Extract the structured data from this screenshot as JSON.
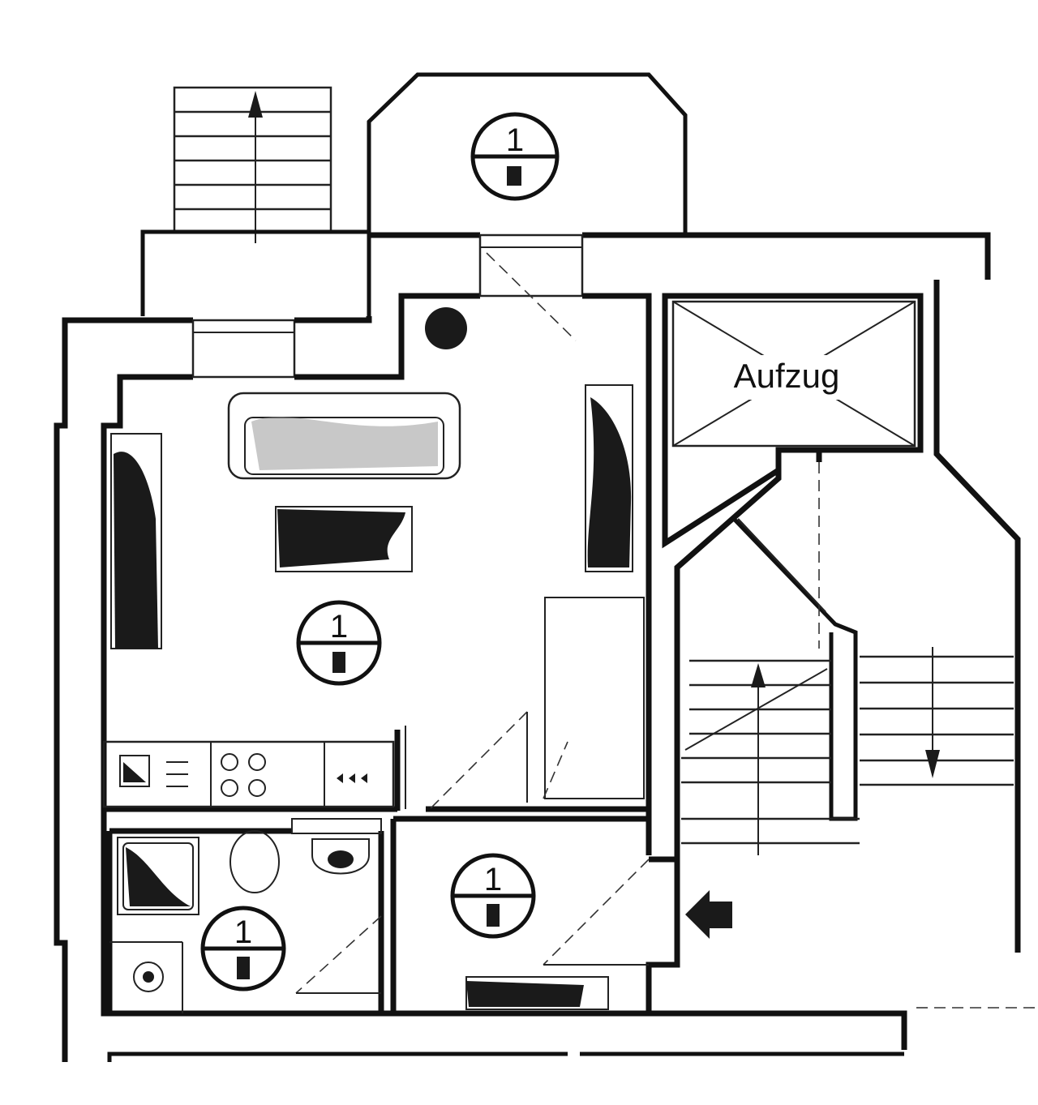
{
  "labels": {
    "elevator": "Aufzug"
  },
  "room_markers": [
    {
      "id": "balcony",
      "number": "1"
    },
    {
      "id": "living",
      "number": "1"
    },
    {
      "id": "hall",
      "number": "1"
    },
    {
      "id": "bath",
      "number": "1"
    }
  ],
  "colors": {
    "line": "#111111",
    "background": "#ffffff"
  },
  "icons": {
    "entrance": "entrance-arrow-icon",
    "stairs_up": "stair-arrow-up-icon",
    "stairs_down": "stair-arrow-down-icon"
  }
}
